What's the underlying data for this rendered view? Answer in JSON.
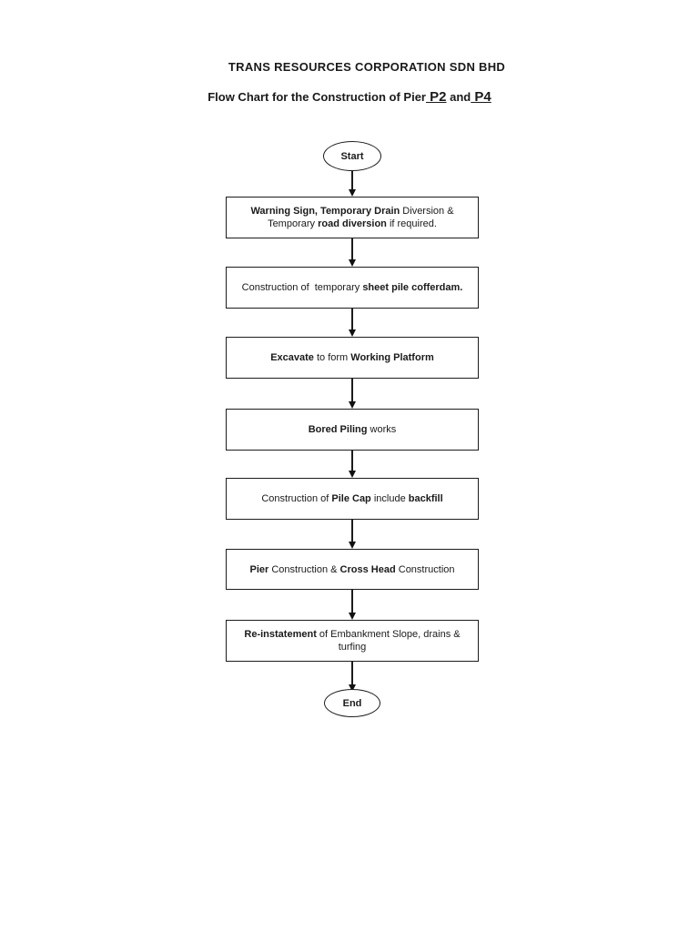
{
  "document": {
    "title": "TRANS RESOURCES CORPORATION SDN BHD",
    "subtitle": {
      "segments": [
        {
          "text": "Flow Chart for the Construction of Pier",
          "bold": true,
          "underline": false,
          "large": false
        },
        {
          "text": " P2",
          "bold": true,
          "underline": true,
          "large": true
        },
        {
          "text": " and",
          "bold": true,
          "underline": false,
          "large": false
        },
        {
          "text": " P4",
          "bold": true,
          "underline": true,
          "large": true
        }
      ]
    }
  },
  "flowchart": {
    "start_label": "Start",
    "end_label": "End",
    "steps": [
      {
        "lines": [
          [
            {
              "text": "Warning Sign, Temporary Drain",
              "bold": true
            },
            {
              "text": " Diversion &",
              "bold": false
            }
          ],
          [
            {
              "text": "Temporary ",
              "bold": false
            },
            {
              "text": "road diversion",
              "bold": true
            },
            {
              "text": " if required.",
              "bold": false
            }
          ]
        ]
      },
      {
        "lines": [
          [
            {
              "text": "Construction of  temporary ",
              "bold": false
            },
            {
              "text": "sheet pile cofferdam.",
              "bold": true
            }
          ]
        ]
      },
      {
        "lines": [
          [
            {
              "text": "Excavate",
              "bold": true
            },
            {
              "text": " to form ",
              "bold": false
            },
            {
              "text": "Working Platform",
              "bold": true
            }
          ]
        ]
      },
      {
        "lines": [
          [
            {
              "text": "Bored Piling",
              "bold": true
            },
            {
              "text": " works",
              "bold": false
            }
          ]
        ]
      },
      {
        "lines": [
          [
            {
              "text": "Construction of ",
              "bold": false
            },
            {
              "text": "Pile Cap",
              "bold": true
            },
            {
              "text": " include ",
              "bold": false
            },
            {
              "text": "backfill",
              "bold": true
            }
          ]
        ]
      },
      {
        "lines": [
          [
            {
              "text": "Pier",
              "bold": true
            },
            {
              "text": " Construction & ",
              "bold": false
            },
            {
              "text": "Cross Head",
              "bold": true
            },
            {
              "text": " Construction",
              "bold": false
            }
          ]
        ]
      },
      {
        "lines": [
          [
            {
              "text": "Re-instatement",
              "bold": true
            },
            {
              "text": " of Embankment Slope, drains &",
              "bold": false
            }
          ],
          [
            {
              "text": "turfing",
              "bold": false
            }
          ]
        ]
      }
    ]
  },
  "colors": {
    "ink": "#1a1a1a",
    "page_background": "#ffffff"
  }
}
